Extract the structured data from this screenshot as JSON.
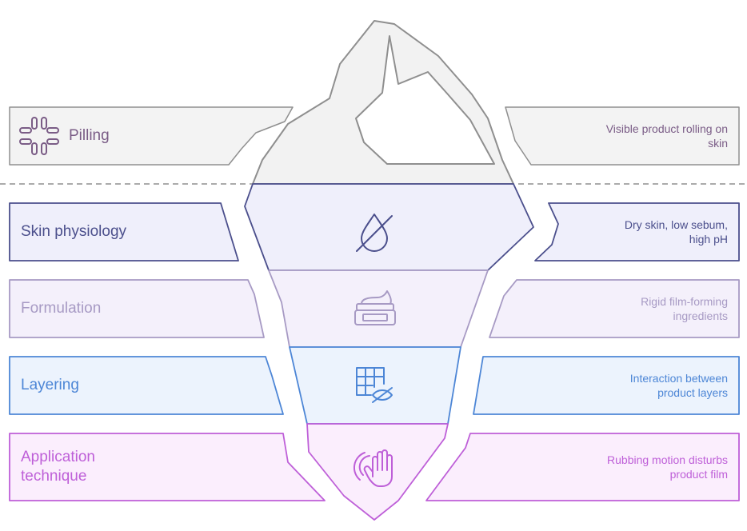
{
  "layers": [
    {
      "label": "Pilling",
      "description": "Visible product rolling on skin",
      "icon": "pilling-grid-icon",
      "color": "#7a5c86",
      "fill": "#f3f3f3"
    },
    {
      "label": "Skin physiology",
      "description": "Dry skin, low sebum, high pH",
      "icon": "crossed-drop-icon",
      "color": "#4b4f8c",
      "fill": "#efeffb"
    },
    {
      "label": "Formulation",
      "description": "Rigid film-forming ingredients",
      "icon": "cream-jar-icon",
      "color": "#a79ac4",
      "fill": "#f4f0fb"
    },
    {
      "label": "Layering",
      "description": "Interaction between product layers",
      "icon": "grid-hidden-eye-icon",
      "color": "#4d86d6",
      "fill": "#ecf3fd"
    },
    {
      "label": "Application technique",
      "description": "Rubbing motion disturbs product film",
      "icon": "hand-touch-icon",
      "color": "#be5fd8",
      "fill": "#fbeefd"
    }
  ]
}
